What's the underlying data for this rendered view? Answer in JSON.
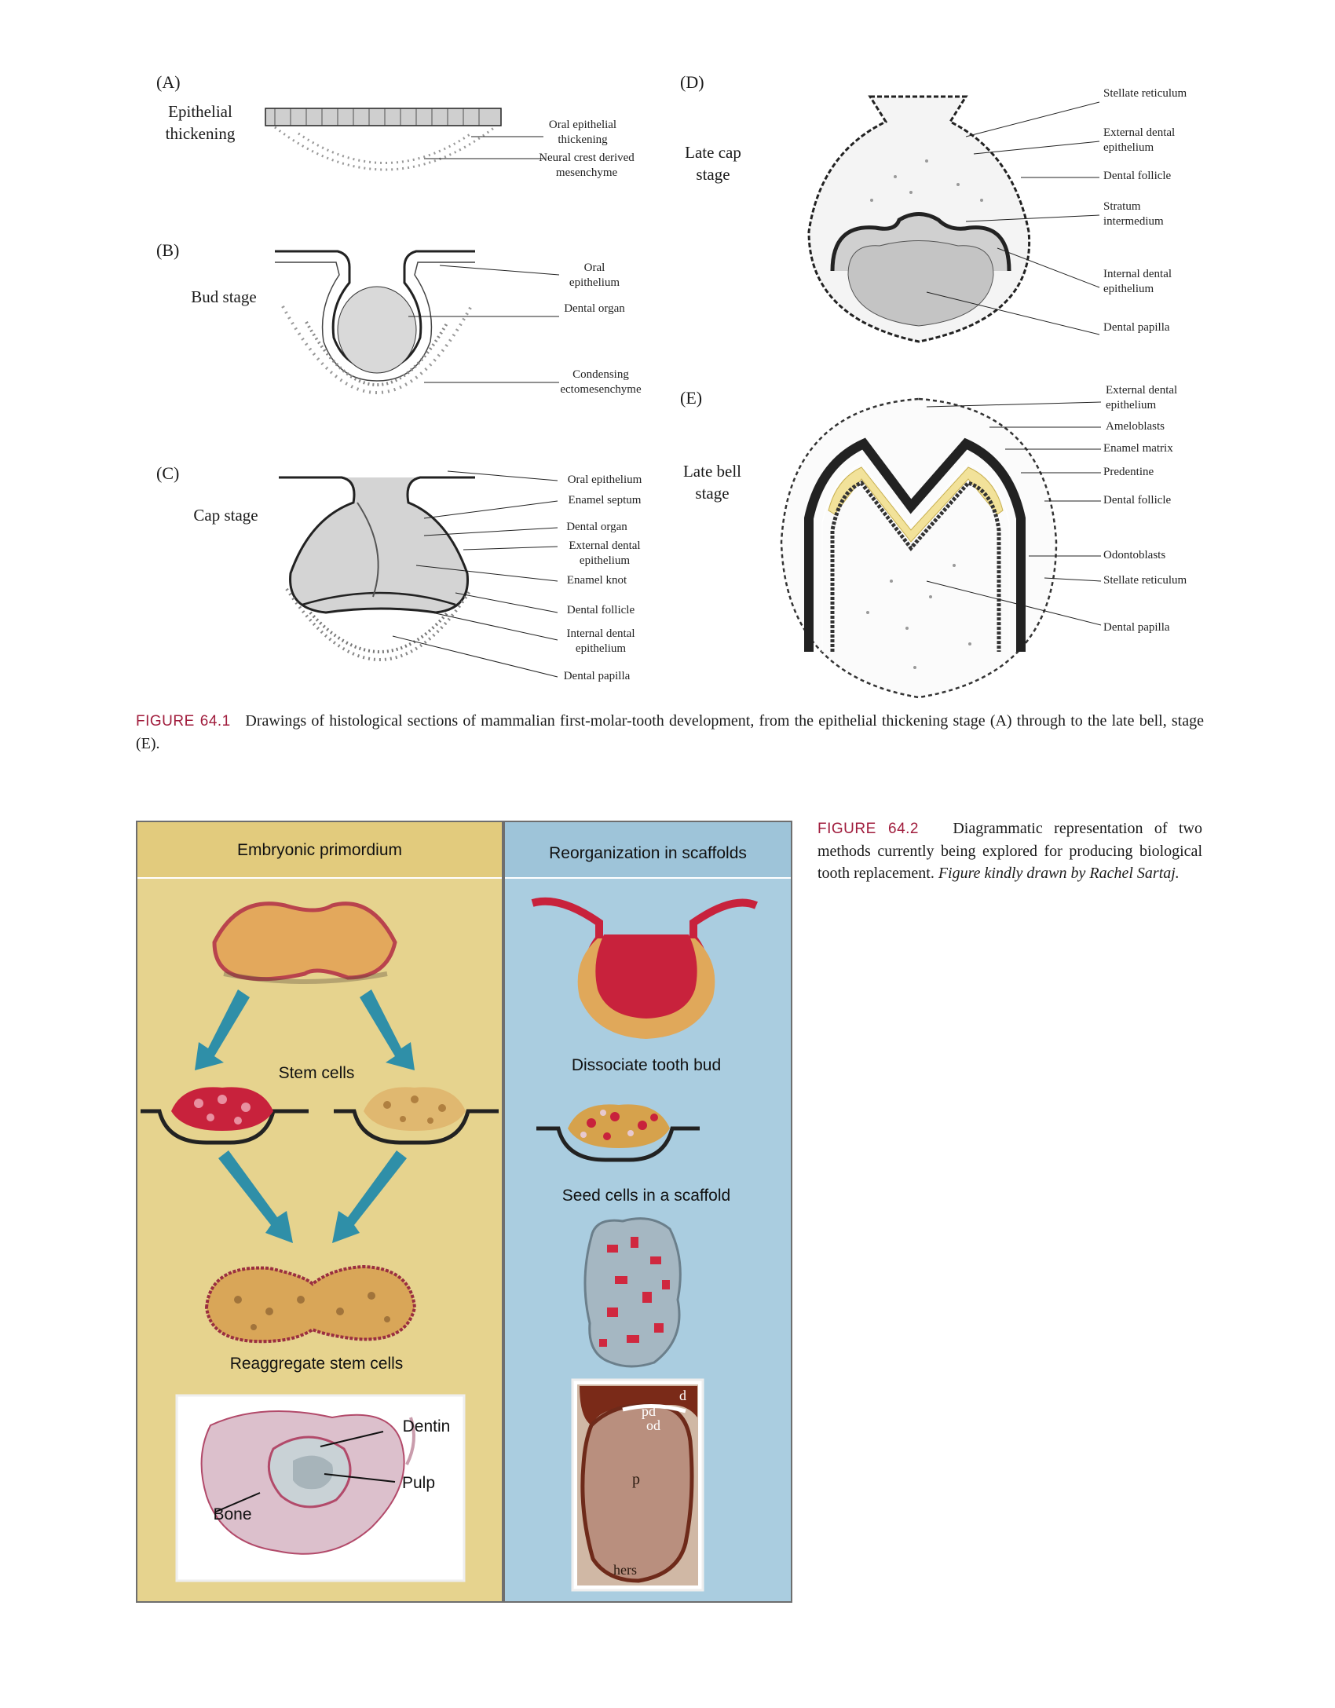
{
  "figure1": {
    "panels": {
      "A": {
        "letter": "(A)",
        "stage": "Epithelial thickening",
        "labels": [
          "Oral epithelial thickening",
          "Neural crest derived mesenchyme"
        ]
      },
      "B": {
        "letter": "(B)",
        "stage": "Bud stage",
        "labels": [
          "Oral epithelium",
          "Dental organ",
          "Condensing ectomesenchyme"
        ]
      },
      "C": {
        "letter": "(C)",
        "stage": "Cap stage",
        "labels": [
          "Oral epithelium",
          "Enamel septum",
          "Dental organ",
          "External dental epithelium",
          "Enamel knot",
          "Dental follicle",
          "Internal dental epithelium",
          "Dental papilla"
        ]
      },
      "D": {
        "letter": "(D)",
        "stage": "Late cap stage",
        "labels": [
          "Stellate reticulum",
          "External dental epithelium",
          "Dental follicle",
          "Stratum intermedium",
          "Internal dental epithelium",
          "Dental papilla"
        ]
      },
      "E": {
        "letter": "(E)",
        "stage": "Late bell stage",
        "labels": [
          "External dental epithelium",
          "Ameloblasts",
          "Enamel matrix",
          "Predentine",
          "Dental follicle",
          "Odontoblasts",
          "Stellate reticulum",
          "Dental papilla"
        ]
      }
    },
    "caption_number": "FIGURE 64.1",
    "caption_text": "Drawings of histological sections of mammalian first-molar-tooth development, from the epithelial thickening stage (A) through to the late bell, stage (E)."
  },
  "figure2": {
    "left_header": "Embryonic primordium",
    "right_header": "Reorganization in scaffolds",
    "left_labels": {
      "stem_cells": "Stem cells",
      "reaggregate": "Reaggregate stem cells"
    },
    "right_labels": {
      "dissociate": "Dissociate tooth bud",
      "seed": "Seed cells in a scaffold"
    },
    "left_micro_labels": {
      "dentin": "Dentin",
      "pulp": "Pulp",
      "bone": "Bone"
    },
    "right_micro_labels": {
      "d": "d",
      "pd": "pd",
      "od": "od",
      "p": "p",
      "hers": "hers"
    },
    "caption_number": "FIGURE 64.2",
    "caption_text": "Diagrammatic representation of two methods currently being explored for producing biological tooth replacement.",
    "caption_credit": "Figure kindly drawn by Rachel Sartaj.",
    "colors": {
      "left_bg": "#e8d38a",
      "right_bg": "#a9cde0",
      "tissue_red": "#c8223c",
      "tissue_tan": "#e0a85a",
      "arrow": "#2f8fa8"
    }
  }
}
